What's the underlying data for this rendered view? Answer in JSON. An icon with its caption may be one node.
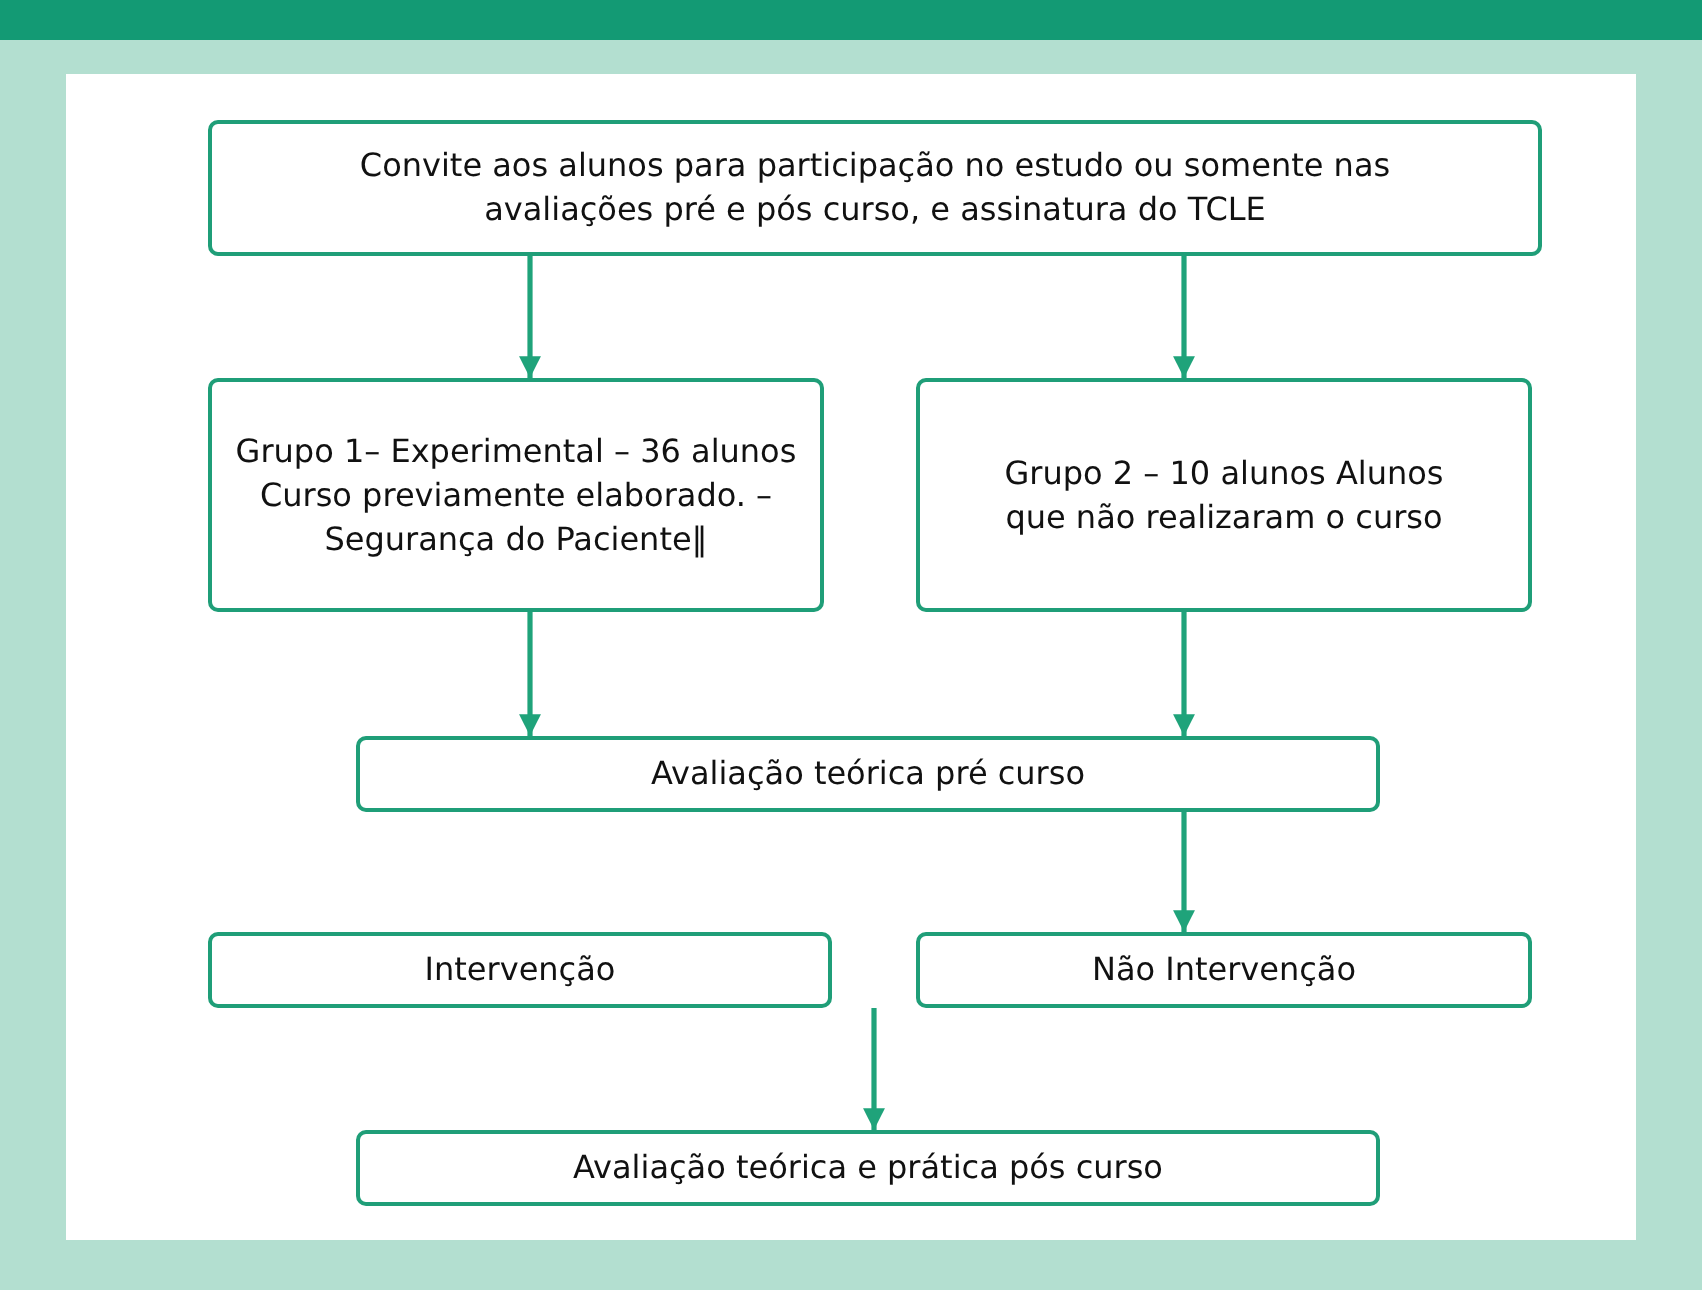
{
  "diagram": {
    "nodes": [
      {
        "text": [
          "Convite aos alunos para participação no estudo ou somente nas avaliações pré e pós curso, e assinatura do TCLE"
        ]
      },
      {
        "text": [
          "Grupo 1– Experimental – 36 alunos Curso previamente elaborado. – Segurança do Paciente‖"
        ]
      },
      {
        "text": [
          "Grupo 2 – 10 alunos Alunos que não realizaram o curso"
        ]
      },
      {
        "text": [
          "Avaliação teórica pré curso"
        ]
      },
      {
        "text": [
          "Intervenção"
        ]
      },
      {
        "text": [
          "Não Intervenção"
        ]
      },
      {
        "text": [
          "Avaliação teórica e prática pós curso"
        ]
      }
    ],
    "edges": [
      {
        "from": 0,
        "to": 1,
        "arrow": "to"
      },
      {
        "from": 0,
        "to": 2,
        "arrow": "to"
      },
      {
        "from": 1,
        "to": 3,
        "arrow": "to"
      },
      {
        "from": 2,
        "to": 3,
        "arrow": "to"
      },
      {
        "from": 3,
        "to": 5,
        "arrow": "to"
      },
      {
        "from": 4,
        "to": 6,
        "arrow": "to"
      },
      {
        "from": 5,
        "to": 6,
        "arrow": "to"
      }
    ]
  }
}
